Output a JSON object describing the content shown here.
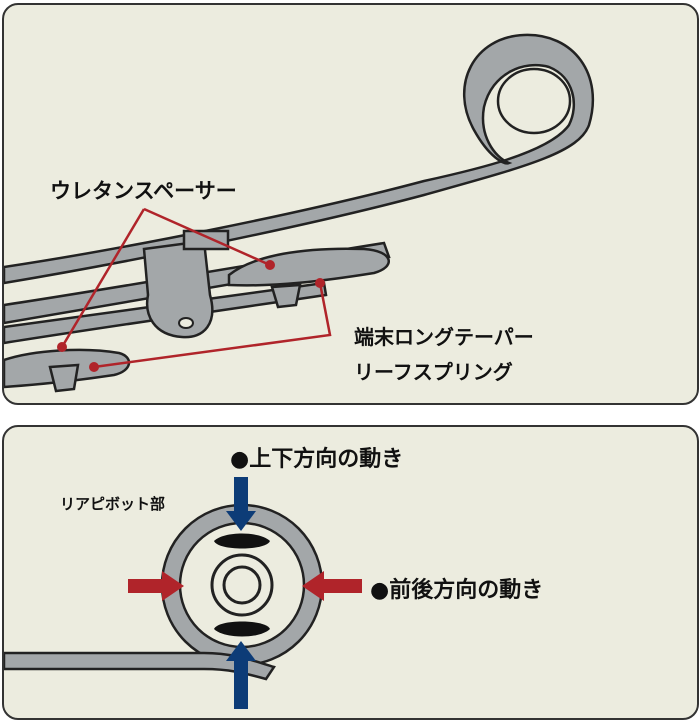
{
  "top_panel": {
    "label_urethane_spacer": "ウレタンスペーサー",
    "label_taper_line1": "端末ロングテーパー",
    "label_taper_line2": "リーフスプリング"
  },
  "bottom_panel": {
    "label_pivot": "リアピボット部",
    "label_vertical_motion": "●上下方向の動き",
    "label_fwd_back_motion": "●前後方向の動き"
  },
  "colors": {
    "panel_bg": "#ececdf",
    "spring_fill": "#a3a7a9",
    "leader_line": "#b0242a",
    "arrow_blue": "#0d3c77",
    "arrow_red": "#b0242a"
  }
}
